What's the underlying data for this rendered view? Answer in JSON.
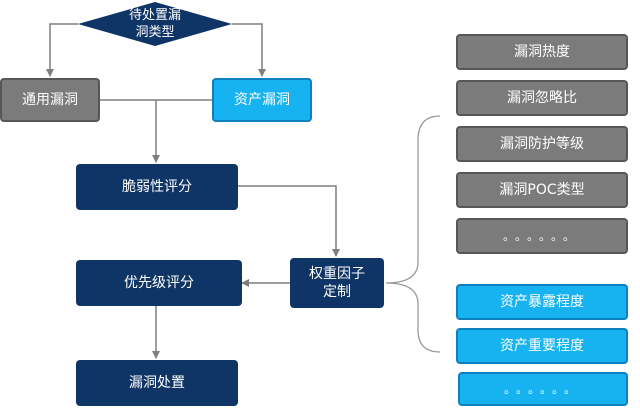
{
  "start": {
    "label": "待处置漏\n洞类型"
  },
  "branches": {
    "generic": "通用漏洞",
    "asset": "资产漏洞"
  },
  "process": {
    "vuln_score": "脆弱性评分",
    "priority_score": "优先级评分",
    "handling": "漏洞处置"
  },
  "weight": {
    "label": "权重因子\n定制"
  },
  "vuln_factors": [
    "漏洞热度",
    "漏洞忽略比",
    "漏洞防护等级",
    "漏洞POC类型",
    "。。。。。。"
  ],
  "asset_factors": [
    "资产暴露程度",
    "资产重要程度",
    "。。。。。。"
  ],
  "colors": {
    "navy": "#0f3466",
    "gray": "#7b7b7b",
    "cyan": "#17b2f0",
    "line": "#7f7f7f"
  }
}
